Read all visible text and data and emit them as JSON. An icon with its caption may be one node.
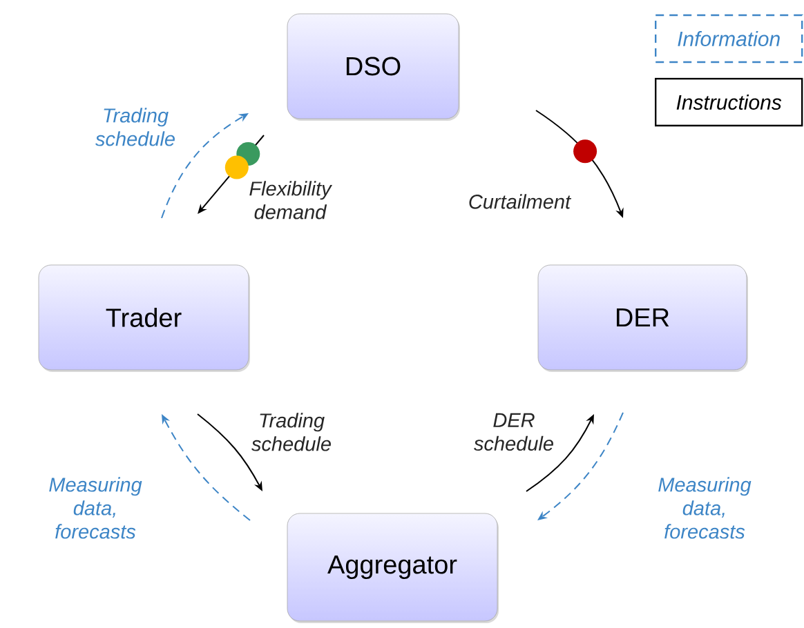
{
  "diagram": {
    "nodes": [
      {
        "text": [
          "DSO"
        ]
      },
      {
        "text": [
          "Trader"
        ]
      },
      {
        "text": [
          "DER"
        ]
      },
      {
        "text": [
          "Aggregator"
        ]
      }
    ],
    "edges": [
      {
        "from": 1,
        "to": 0,
        "arrow": "to",
        "label": "Trading schedule",
        "style": "dashed",
        "color": "#3d85c6"
      },
      {
        "from": 0,
        "to": 1,
        "arrow": "to",
        "label": "Flexibility demand"
      },
      {
        "from": 0,
        "to": 2,
        "arrow": "to",
        "label": "Curtailment"
      },
      {
        "from": 1,
        "to": 3,
        "arrow": "to",
        "label": "Trading schedule"
      },
      {
        "from": 3,
        "to": 1,
        "arrow": "to",
        "label": "Measuring data, forecasts",
        "style": "dashed",
        "color": "#3d85c6"
      },
      {
        "from": 3,
        "to": 2,
        "arrow": "to",
        "label": "DER schedule"
      },
      {
        "from": 2,
        "to": 3,
        "arrow": "to",
        "label": "Measuring data, forecasts",
        "style": "dashed",
        "color": "#3d85c6"
      }
    ],
    "legend": [
      {
        "text": "Information"
      },
      {
        "text": "Instructions"
      }
    ]
  }
}
